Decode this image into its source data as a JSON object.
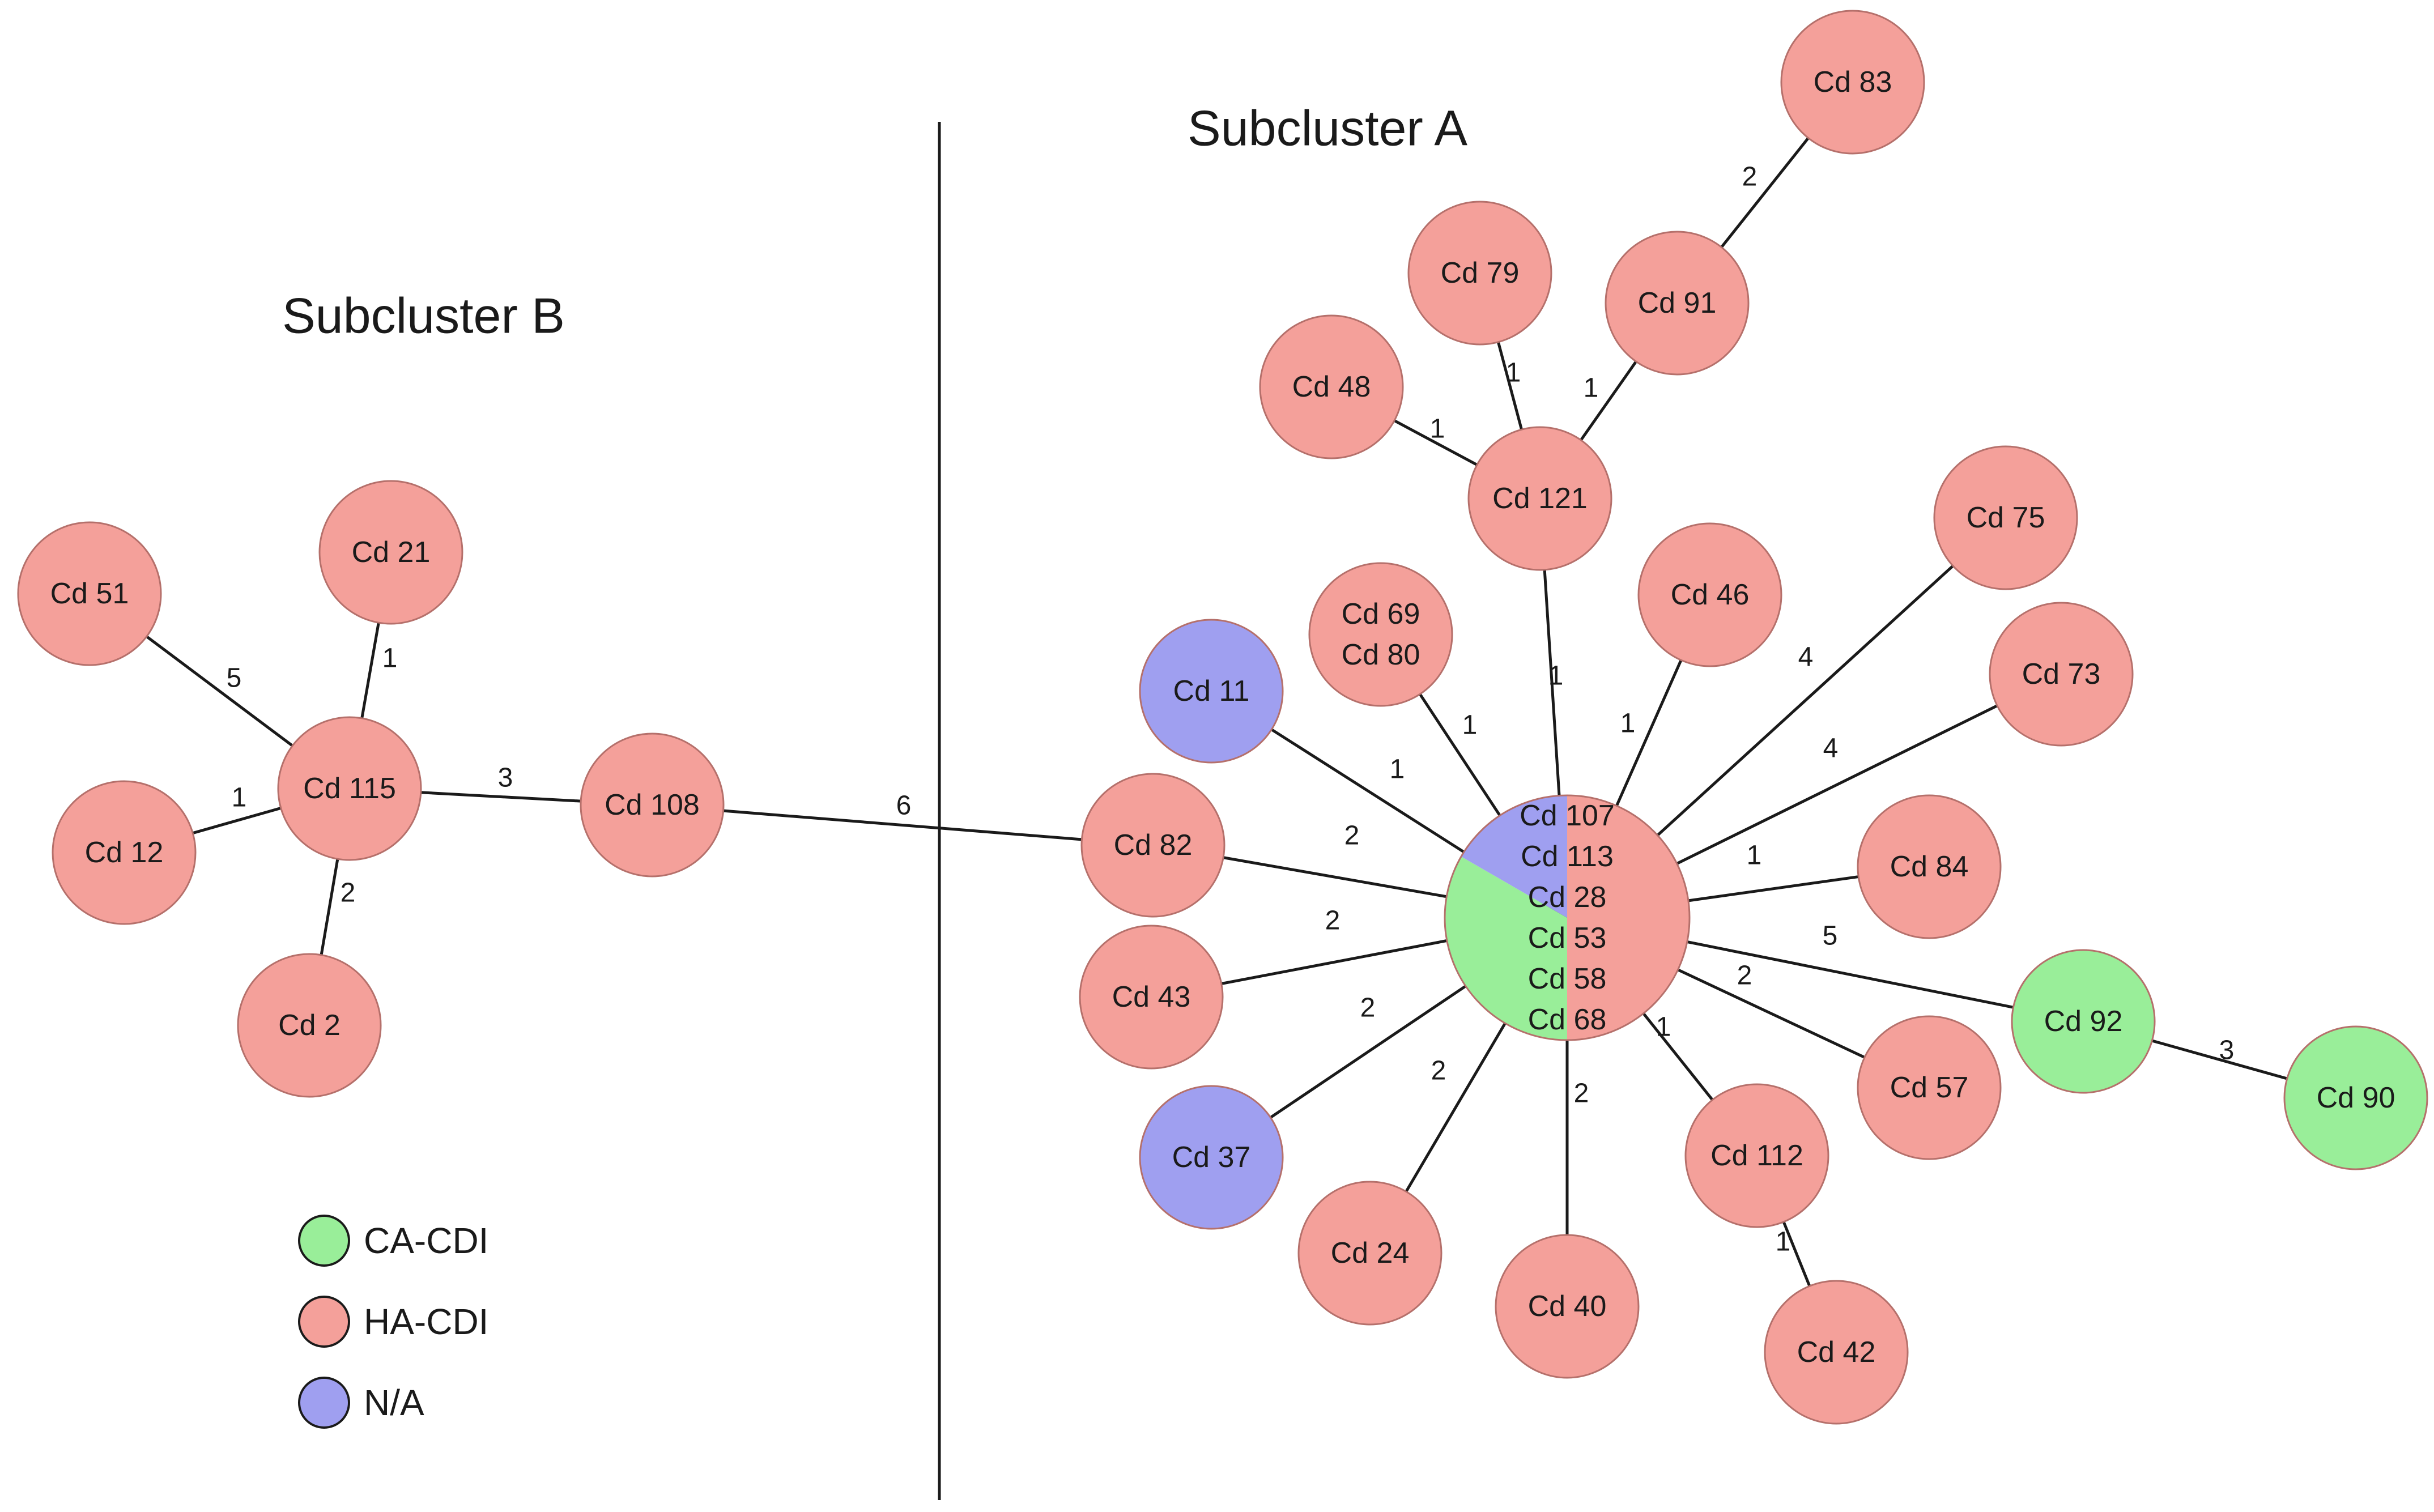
{
  "colors": {
    "CA-CDI": "#99ee99",
    "HA-CDI": "#f4a09a",
    "N/A": "#9f9ff0"
  },
  "subclusters": [
    {
      "id": "A",
      "label": "Subcluster A"
    },
    {
      "id": "B",
      "label": "Subcluster B"
    }
  ],
  "legend": [
    {
      "category": "CA-CDI",
      "label": "CA-CDI"
    },
    {
      "category": "HA-CDI",
      "label": "HA-CDI"
    },
    {
      "category": "N/A",
      "label": "N/A"
    }
  ],
  "nodes": [
    {
      "id": "hub",
      "lines": [
        "Cd 107",
        "Cd 113",
        "Cd 28",
        "Cd 53",
        "Cd 58",
        "Cd 68"
      ],
      "composition": [
        {
          "category": "HA-CDI",
          "count": 3
        },
        {
          "category": "CA-CDI",
          "count": 2
        },
        {
          "category": "N/A",
          "count": 1
        }
      ]
    },
    {
      "id": "cd121",
      "lines": [
        "Cd 121"
      ],
      "category": "HA-CDI"
    },
    {
      "id": "cd48",
      "lines": [
        "Cd 48"
      ],
      "category": "HA-CDI"
    },
    {
      "id": "cd79",
      "lines": [
        "Cd 79"
      ],
      "category": "HA-CDI"
    },
    {
      "id": "cd91",
      "lines": [
        "Cd 91"
      ],
      "category": "HA-CDI"
    },
    {
      "id": "cd83",
      "lines": [
        "Cd 83"
      ],
      "category": "HA-CDI"
    },
    {
      "id": "cd69_80",
      "lines": [
        "Cd 69",
        "Cd 80"
      ],
      "category": "HA-CDI"
    },
    {
      "id": "cd46",
      "lines": [
        "Cd 46"
      ],
      "category": "HA-CDI"
    },
    {
      "id": "cd75",
      "lines": [
        "Cd 75"
      ],
      "category": "HA-CDI"
    },
    {
      "id": "cd73",
      "lines": [
        "Cd 73"
      ],
      "category": "HA-CDI"
    },
    {
      "id": "cd84",
      "lines": [
        "Cd 84"
      ],
      "category": "HA-CDI"
    },
    {
      "id": "cd92",
      "lines": [
        "Cd 92"
      ],
      "category": "CA-CDI"
    },
    {
      "id": "cd90",
      "lines": [
        "Cd 90"
      ],
      "category": "CA-CDI"
    },
    {
      "id": "cd57",
      "lines": [
        "Cd 57"
      ],
      "category": "HA-CDI"
    },
    {
      "id": "cd112",
      "lines": [
        "Cd 112"
      ],
      "category": "HA-CDI"
    },
    {
      "id": "cd42",
      "lines": [
        "Cd 42"
      ],
      "category": "HA-CDI"
    },
    {
      "id": "cd40",
      "lines": [
        "Cd 40"
      ],
      "category": "HA-CDI"
    },
    {
      "id": "cd24",
      "lines": [
        "Cd 24"
      ],
      "category": "HA-CDI"
    },
    {
      "id": "cd37",
      "lines": [
        "Cd 37"
      ],
      "category": "N/A"
    },
    {
      "id": "cd43",
      "lines": [
        "Cd 43"
      ],
      "category": "HA-CDI"
    },
    {
      "id": "cd82",
      "lines": [
        "Cd 82"
      ],
      "category": "HA-CDI"
    },
    {
      "id": "cd11",
      "lines": [
        "Cd 11"
      ],
      "category": "N/A"
    },
    {
      "id": "cd108",
      "lines": [
        "Cd 108"
      ],
      "category": "HA-CDI"
    },
    {
      "id": "cd115",
      "lines": [
        "Cd 115"
      ],
      "category": "HA-CDI"
    },
    {
      "id": "cd51",
      "lines": [
        "Cd 51"
      ],
      "category": "HA-CDI"
    },
    {
      "id": "cd21",
      "lines": [
        "Cd 21"
      ],
      "category": "HA-CDI"
    },
    {
      "id": "cd12",
      "lines": [
        "Cd 12"
      ],
      "category": "HA-CDI"
    },
    {
      "id": "cd2",
      "lines": [
        "Cd 2"
      ],
      "category": "HA-CDI"
    }
  ],
  "edges": [
    {
      "from": "hub",
      "to": "cd121",
      "label": "1"
    },
    {
      "from": "cd121",
      "to": "cd48",
      "label": "1"
    },
    {
      "from": "cd121",
      "to": "cd79",
      "label": "1"
    },
    {
      "from": "cd121",
      "to": "cd91",
      "label": "1"
    },
    {
      "from": "cd91",
      "to": "cd83",
      "label": "2"
    },
    {
      "from": "hub",
      "to": "cd69_80",
      "label": "1"
    },
    {
      "from": "hub",
      "to": "cd46",
      "label": "1"
    },
    {
      "from": "hub",
      "to": "cd75",
      "label": "4"
    },
    {
      "from": "hub",
      "to": "cd73",
      "label": "4"
    },
    {
      "from": "hub",
      "to": "cd84",
      "label": "1"
    },
    {
      "from": "hub",
      "to": "cd92",
      "label": "5"
    },
    {
      "from": "cd92",
      "to": "cd90",
      "label": "3"
    },
    {
      "from": "hub",
      "to": "cd57",
      "label": "2"
    },
    {
      "from": "hub",
      "to": "cd112",
      "label": "1"
    },
    {
      "from": "cd112",
      "to": "cd42",
      "label": "1"
    },
    {
      "from": "hub",
      "to": "cd40",
      "label": "2"
    },
    {
      "from": "hub",
      "to": "cd24",
      "label": "2"
    },
    {
      "from": "hub",
      "to": "cd37",
      "label": "2"
    },
    {
      "from": "hub",
      "to": "cd43",
      "label": "2"
    },
    {
      "from": "hub",
      "to": "cd82",
      "label": "2"
    },
    {
      "from": "hub",
      "to": "cd11",
      "label": "1"
    },
    {
      "from": "cd82",
      "to": "cd108",
      "label": "6"
    },
    {
      "from": "cd108",
      "to": "cd115",
      "label": "3"
    },
    {
      "from": "cd115",
      "to": "cd51",
      "label": "5"
    },
    {
      "from": "cd115",
      "to": "cd21",
      "label": "1"
    },
    {
      "from": "cd115",
      "to": "cd12",
      "label": "1"
    },
    {
      "from": "cd115",
      "to": "cd2",
      "label": "2"
    }
  ]
}
